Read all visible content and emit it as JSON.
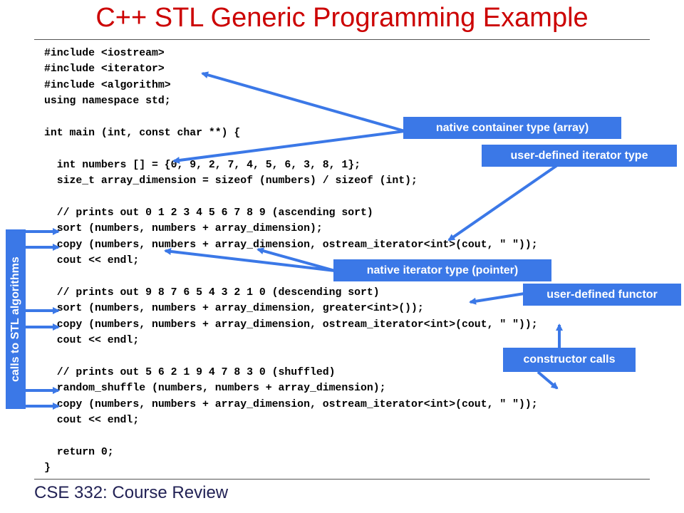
{
  "slide": {
    "title": "C++ STL Generic Programming Example",
    "footer": "CSE 332: Course Review"
  },
  "code": {
    "lines": [
      "#include <iostream>",
      "#include <iterator>",
      "#include <algorithm>",
      "using namespace std;",
      "",
      "int main (int, const char **) {",
      "",
      "  int numbers [] = {0, 9, 2, 7, 4, 5, 6, 3, 8, 1};",
      "  size_t array_dimension = sizeof (numbers) / sizeof (int);",
      "",
      "  // prints out 0 1 2 3 4 5 6 7 8 9 (ascending sort)",
      "  sort (numbers, numbers + array_dimension);",
      "  copy (numbers, numbers + array_dimension, ostream_iterator<int>(cout, \" \"));",
      "  cout << endl;",
      "",
      "  // prints out 9 8 7 6 5 4 3 2 1 0 (descending sort)",
      "  sort (numbers, numbers + array_dimension, greater<int>());",
      "  copy (numbers, numbers + array_dimension, ostream_iterator<int>(cout, \" \"));",
      "  cout << endl;",
      "",
      "  // prints out 5 6 2 1 9 4 7 8 3 0 (shuffled)",
      "  random_shuffle (numbers, numbers + array_dimension);",
      "  copy (numbers, numbers + array_dimension, ostream_iterator<int>(cout, \" \"));",
      "  cout << endl;",
      "",
      "  return 0;",
      "}"
    ]
  },
  "callouts": {
    "native_container": "native container type (array)",
    "user_iterator": "user-defined iterator type",
    "native_iterator": "native iterator type (pointer)",
    "user_functor": "user-defined functor",
    "constructor_calls": "constructor calls",
    "stl_algorithms": "calls to STL algorithms"
  },
  "colors": {
    "title": "#cc0000",
    "callout": "#3b78e7",
    "arrow": "#3b78e7"
  }
}
